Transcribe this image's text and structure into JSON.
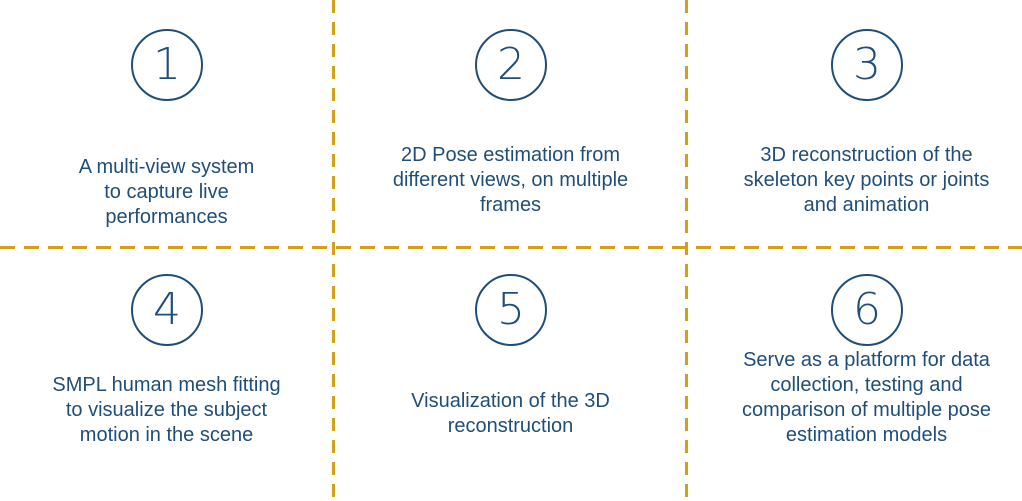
{
  "colors": {
    "text": "#1f4e79",
    "divider": "#d4a017",
    "background": "#ffffff"
  },
  "steps": [
    {
      "number": "1",
      "text": "A multi-view system to capture live performances"
    },
    {
      "number": "2",
      "text": "2D Pose estimation from different views, on multiple frames"
    },
    {
      "number": "3",
      "text": "3D reconstruction of the skeleton key points or joints and animation"
    },
    {
      "number": "4",
      "text": "SMPL human mesh fitting to visualize the subject motion in the scene"
    },
    {
      "number": "5",
      "text": "Visualization of the 3D reconstruction"
    },
    {
      "number": "6",
      "text": "Serve as a platform for data collection, testing and comparison of multiple pose estimation models"
    }
  ]
}
